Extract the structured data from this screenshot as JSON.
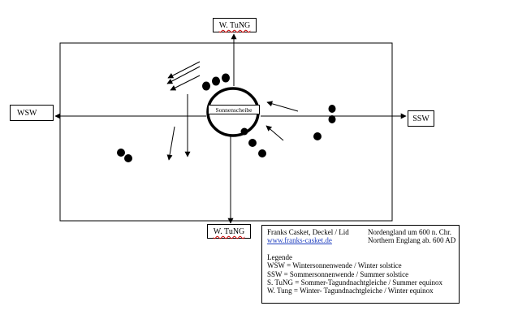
{
  "labels": {
    "top": "W. TuNG",
    "bottom": "W. TuNG",
    "left": "WSW",
    "right": "SSW",
    "sun": "Sonnenscheibe"
  },
  "legend": {
    "title_left": "Franks Casket, Deckel / Lid",
    "title_right": "Nordengland  um 600 n. Chr.",
    "link": "www.franks-casket.de",
    "sub_right": "Northern Englang ab. 600 AD",
    "heading": "Legende",
    "entries": [
      "WSW =     Wintersonnenwende /   Winter solstice",
      "SSW =      Sommersonnenwende /  Summer solstice",
      "S. TuNG = Sommer-Tagundnachtgleiche / Summer equinox",
      "W. Tung = Winter- Tagundnachtgleiche / Winter equinox"
    ]
  },
  "colors": {
    "ink": "#000000",
    "link": "#1f3fbf",
    "spellcheck": "#cc0000"
  }
}
